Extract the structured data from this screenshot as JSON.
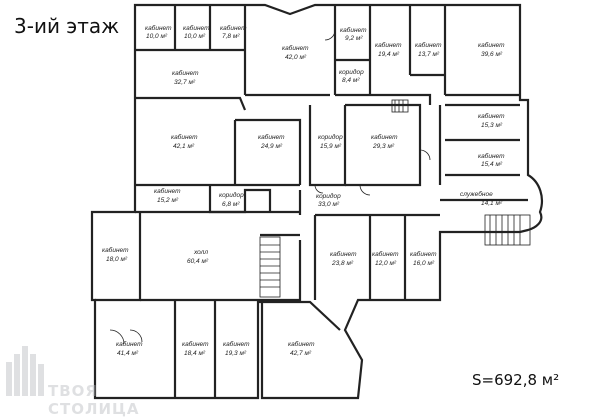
{
  "floor_title": "3-ий этаж",
  "total_area": "S=692,8 м²",
  "watermark_text": "ТВОЯ СТОЛИЦА",
  "colors": {
    "wall": "#222222",
    "background": "#ffffff",
    "watermark": "#b9bcc0"
  },
  "rooms": [
    {
      "id": "r1",
      "name": "кабинет",
      "area": "10,0 м²"
    },
    {
      "id": "r2",
      "name": "кабинет",
      "area": "10,0 м²"
    },
    {
      "id": "r3",
      "name": "кабинет",
      "area": "7,8 м²"
    },
    {
      "id": "r4",
      "name": "кабинет",
      "area": "32,7 м²"
    },
    {
      "id": "r5",
      "name": "кабинет",
      "area": "42,0 м²"
    },
    {
      "id": "r6",
      "name": "кабинет",
      "area": "9,2 м²"
    },
    {
      "id": "r7",
      "name": "коридор",
      "area": "8,4 м²"
    },
    {
      "id": "r8",
      "name": "кабинет",
      "area": "19,4 м²"
    },
    {
      "id": "r9",
      "name": "кабинет",
      "area": "13,7 м²"
    },
    {
      "id": "r10",
      "name": "кабинет",
      "area": "39,6 м²"
    },
    {
      "id": "r11",
      "name": "кабинет",
      "area": "42,1 м²"
    },
    {
      "id": "r12",
      "name": "кабинет",
      "area": "24,9 м²"
    },
    {
      "id": "r13",
      "name": "коридор",
      "area": "15,9 м²"
    },
    {
      "id": "r14",
      "name": "кабинет",
      "area": "29,3 м²"
    },
    {
      "id": "r15",
      "name": "кабинет",
      "area": "15,3 м²"
    },
    {
      "id": "r16",
      "name": "кабинет",
      "area": "15,4 м²"
    },
    {
      "id": "r17",
      "name": "кабинет",
      "area": "15,2 м²"
    },
    {
      "id": "r18",
      "name": "коридор",
      "area": "6,8 м²"
    },
    {
      "id": "r19",
      "name": "коридор",
      "area": "33,0 м²"
    },
    {
      "id": "r20",
      "name": "служебное",
      "area": "14,1 м²"
    },
    {
      "id": "r21",
      "name": "кабинет",
      "area": "18,0 м²"
    },
    {
      "id": "r22",
      "name": "холл",
      "area": "60,4 м²"
    },
    {
      "id": "r23",
      "name": "кабинет",
      "area": "23,8 м²"
    },
    {
      "id": "r24",
      "name": "кабинет",
      "area": "12,0 м²"
    },
    {
      "id": "r25",
      "name": "кабинет",
      "area": "16,0 м²"
    },
    {
      "id": "r26",
      "name": "кабинет",
      "area": "41,4 м²"
    },
    {
      "id": "r27",
      "name": "кабинет",
      "area": "18,4 м²"
    },
    {
      "id": "r28",
      "name": "кабинет",
      "area": "19,3 м²"
    },
    {
      "id": "r29",
      "name": "кабинет",
      "area": "42,7 м²"
    }
  ]
}
